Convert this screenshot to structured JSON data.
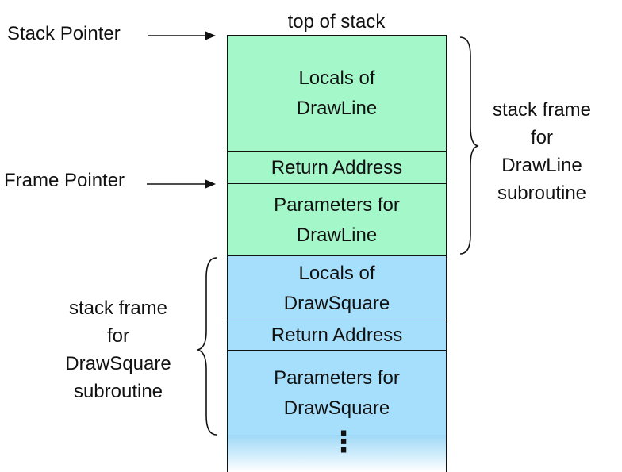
{
  "top_label": "top of stack",
  "pointers": {
    "stack_pointer": "Stack Pointer",
    "frame_pointer": "Frame Pointer"
  },
  "cells": [
    {
      "label": "Locals of\nDrawLine",
      "color": "#a4f7c9"
    },
    {
      "label": "Return Address",
      "color": "#a4f7c9"
    },
    {
      "label": "Parameters for\nDrawLine",
      "color": "#a4f7c9"
    },
    {
      "label": "Locals of\nDrawSquare",
      "color": "#a6dffb"
    },
    {
      "label": "Return Address",
      "color": "#a6dffb"
    },
    {
      "label": "Parameters for\nDrawSquare",
      "color": "#a6dffb"
    }
  ],
  "continuation": "⋮",
  "frames": {
    "drawline": "stack frame\nfor\nDrawLine\nsubroutine",
    "drawsquare": "stack frame\nfor\nDrawSquare\nsubroutine"
  }
}
